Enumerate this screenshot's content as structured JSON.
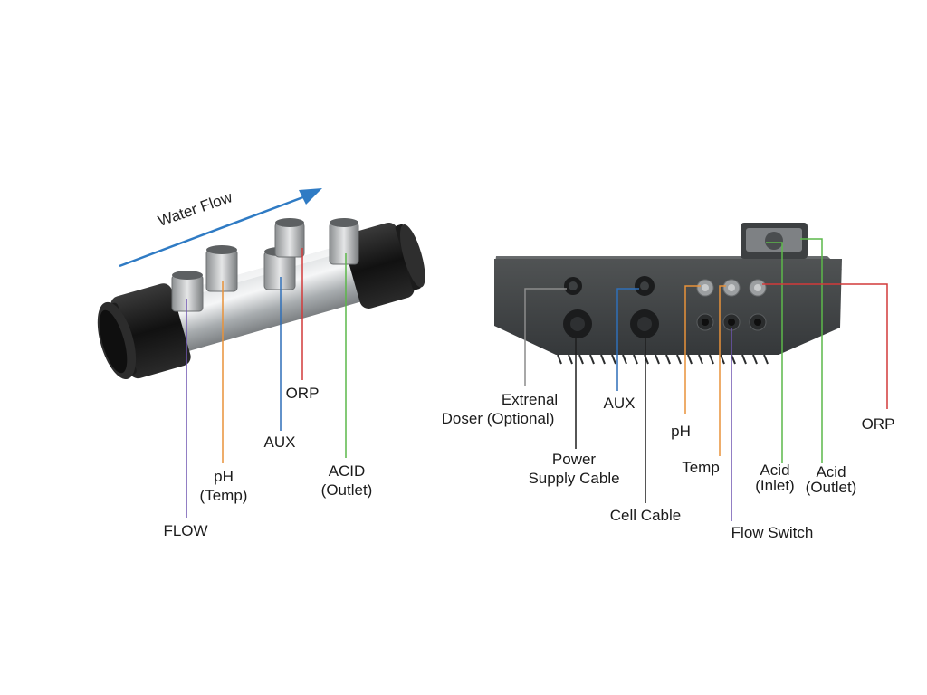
{
  "colors": {
    "flow_arrow": "#2f7bc4",
    "purple": "#6e55b0",
    "orange": "#e8923a",
    "blue": "#2f6fb8",
    "red": "#d23a3a",
    "green": "#5cb84a",
    "gray": "#8c8c8c"
  },
  "left_figure": {
    "water_flow": "Water Flow",
    "labels": {
      "flow": "FLOW",
      "ph_line1": "pH",
      "ph_line2": "(Temp)",
      "aux": "AUX",
      "orp": "ORP",
      "acid_line1": "ACID",
      "acid_line2": "(Outlet)"
    }
  },
  "right_figure": {
    "labels": {
      "doser_line1": "Extrenal",
      "doser_line2": "Doser (Optional)",
      "power_line1": "Power",
      "power_line2": "Supply Cable",
      "aux": "AUX",
      "cell_cable": "Cell Cable",
      "ph": "pH",
      "temp": "Temp",
      "flow_switch": "Flow Switch",
      "acid_in_line1": "Acid",
      "acid_in_line2": "(Inlet)",
      "acid_out_line1": "Acid",
      "acid_out_line2": "(Outlet)",
      "orp": "ORP"
    }
  }
}
